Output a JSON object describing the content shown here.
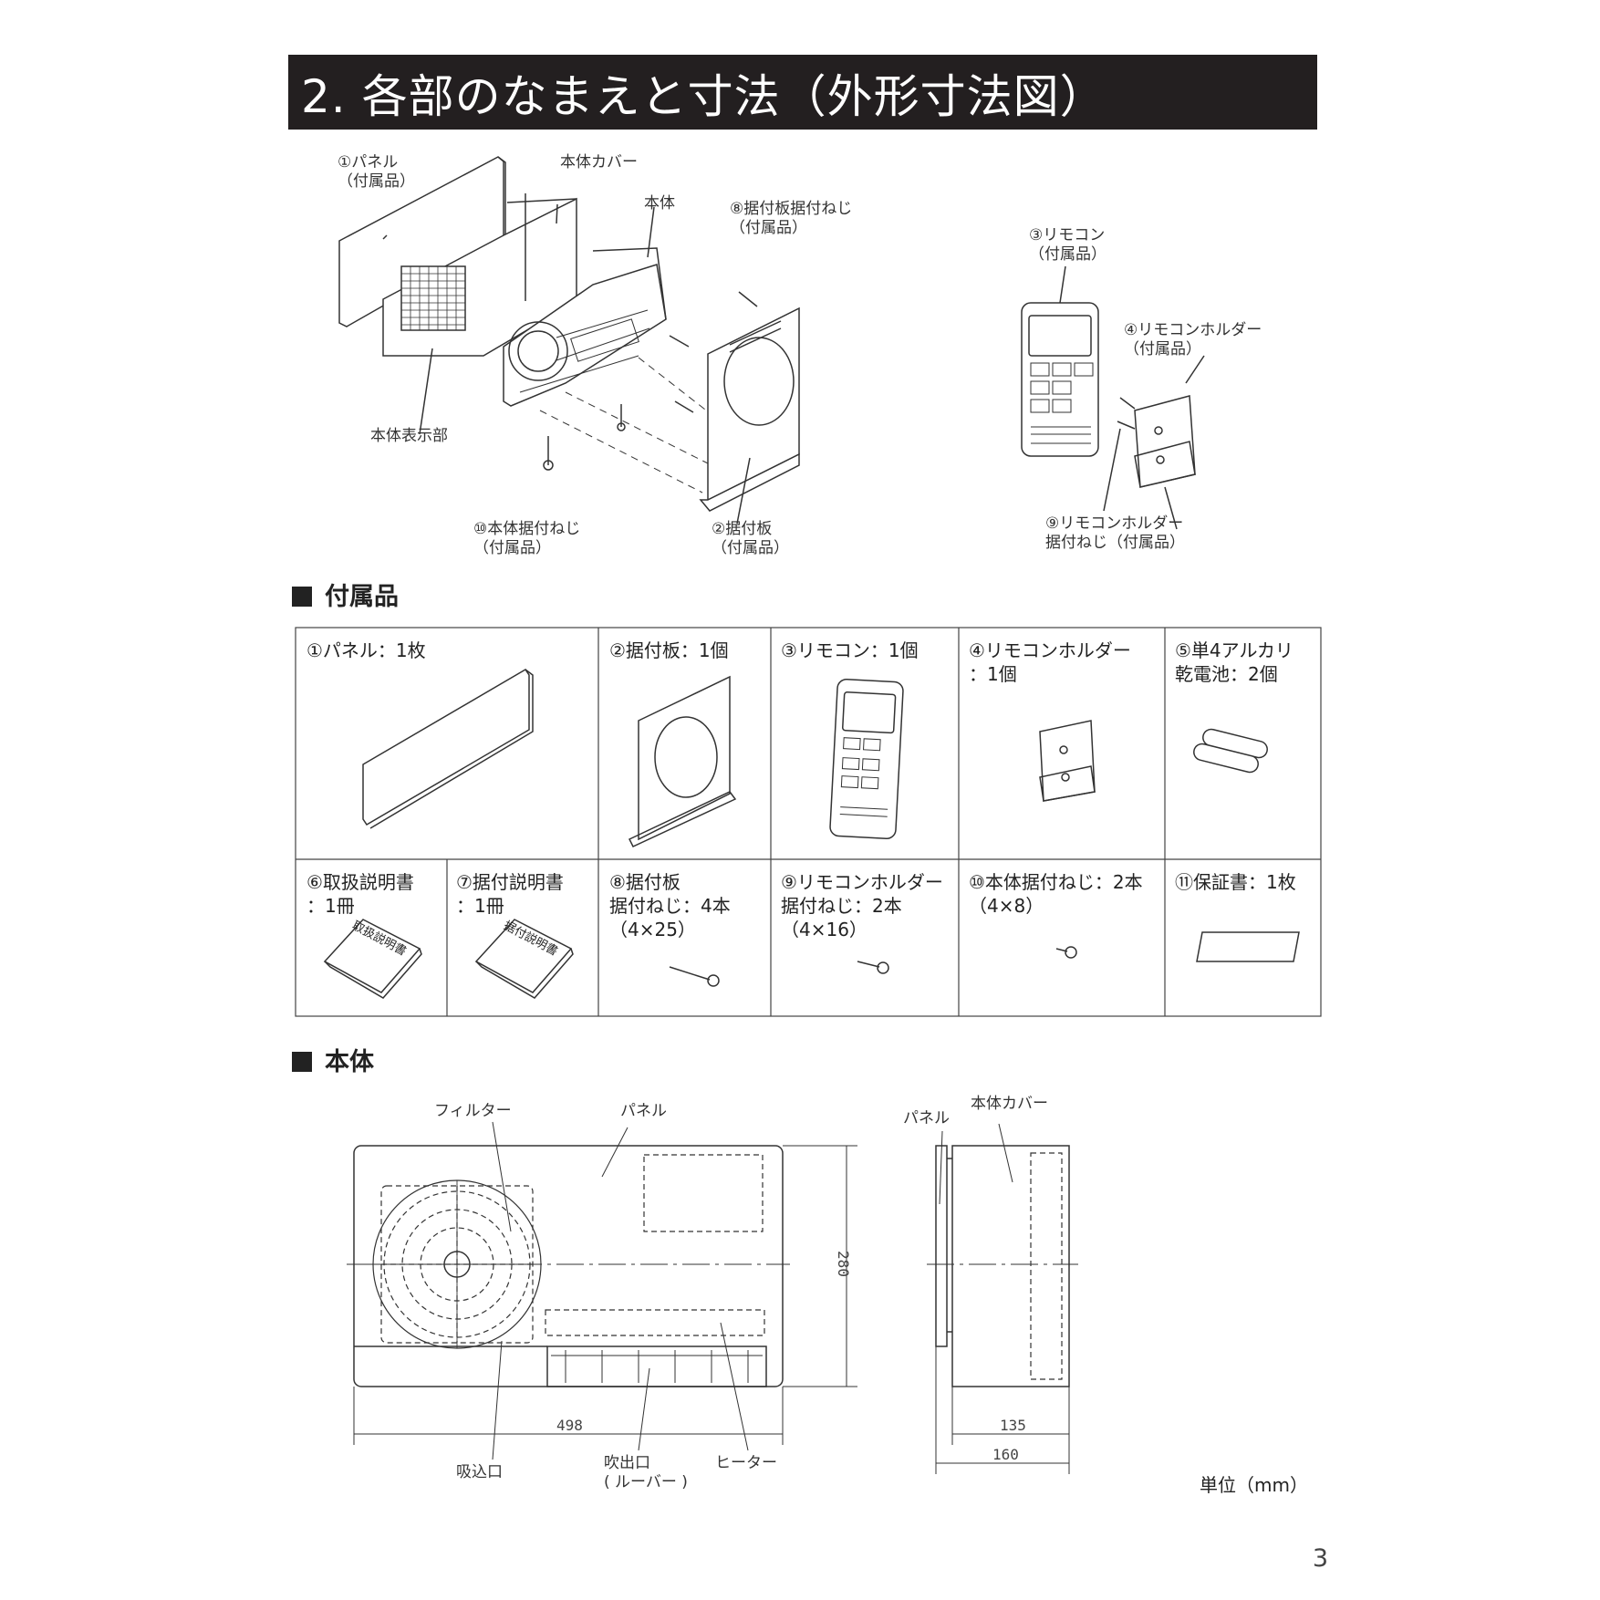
{
  "title": "2. 各部のなまえと寸法（外形寸法図）",
  "exploded": {
    "panel": "①パネル\n（付属品）",
    "cover": "本体カバー",
    "body": "本体",
    "screw8": "⑧据付板据付ねじ\n（付属品）",
    "display": "本体表示部",
    "screw10": "⑩本体据付ねじ\n（付属品）",
    "plate": "②据付板\n（付属品）",
    "remote": "③リモコン\n（付属品）",
    "holder": "④リモコンホルダー\n（付属品）",
    "screw9": "⑨リモコンホルダー\n据付ねじ（付属品）"
  },
  "accessories": {
    "heading": "付属品",
    "items": [
      "①パネル：1枚",
      "②据付板：1個",
      "③リモコン：1個",
      "④リモコンホルダー\n：1個",
      "⑤単4アルカリ\n乾電池：2個",
      "⑥取扱説明書\n：1冊",
      "⑦据付説明書\n：1冊",
      "⑧据付板\n据付ねじ：4本\n（4×25）",
      "⑨リモコンホルダー\n据付ねじ：2本\n（4×16）",
      "⑩本体据付ねじ：2本\n（4×8）",
      "⑪保証書：1枚"
    ],
    "manual1_cover": "取扱説明書",
    "manual2_cover": "据付説明書"
  },
  "body_section": {
    "heading": "本体",
    "filter": "フィルター",
    "panel_front": "パネル",
    "panel_side": "パネル",
    "cover_side": "本体カバー",
    "inlet": "吸込口",
    "outlet": "吹出口\n( ルーバー )",
    "heater": "ヒーター",
    "dim_width": "498",
    "dim_height": "280",
    "dim_depth1": "135",
    "dim_depth2": "160",
    "unit": "単位（mm）"
  },
  "page_number": "3"
}
